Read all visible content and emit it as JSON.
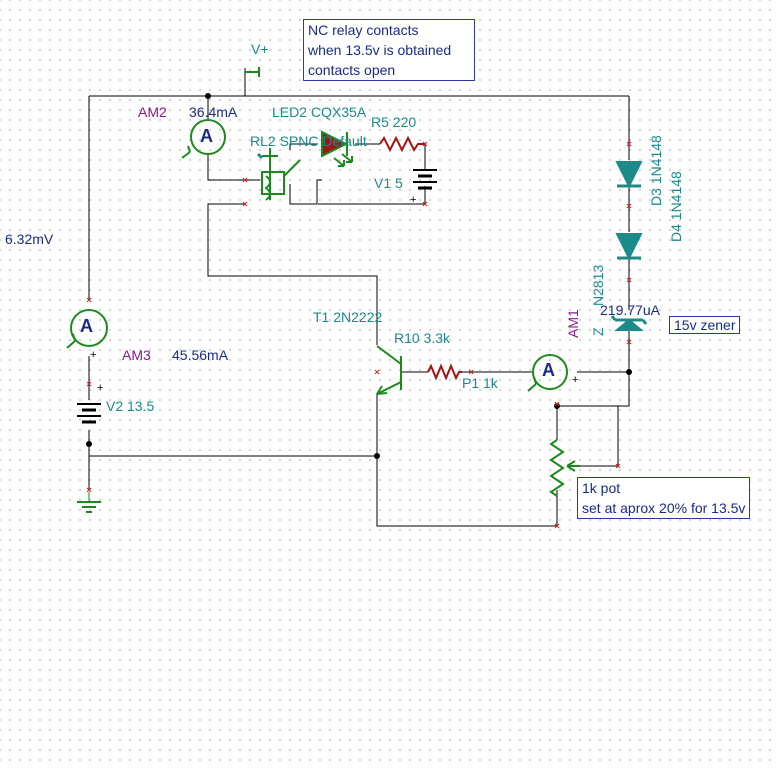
{
  "notes": {
    "nc_relay": [
      "NC relay contacts",
      "when 13.5v is obtained",
      "contacts open"
    ],
    "zener": "15v zener",
    "pot": [
      "1k pot",
      "set at aprox 20% for 13.5v"
    ]
  },
  "components": {
    "v_plus": "V+",
    "am2": "AM2",
    "am2_value": "36.4mA",
    "led2": "LED2 CQX35A",
    "r5": "R5 220",
    "rl2": "RL2 SPNC Default",
    "v1": "V1 5",
    "d3": "D3 1N4148",
    "d4": "D4 1N4148",
    "z_label": "Z",
    "z_part": "N2813",
    "am1": "AM1",
    "am1_value": "219.77uA",
    "left_value": "6.32mV",
    "am3": "AM3",
    "am3_value": "45.56mA",
    "v2": "V2 13.5",
    "t1": "T1 2N2222",
    "r10": "R10 3.3k",
    "p1": "P1 1k",
    "plus_sign": "+",
    "ammeter_symbol": "A"
  }
}
